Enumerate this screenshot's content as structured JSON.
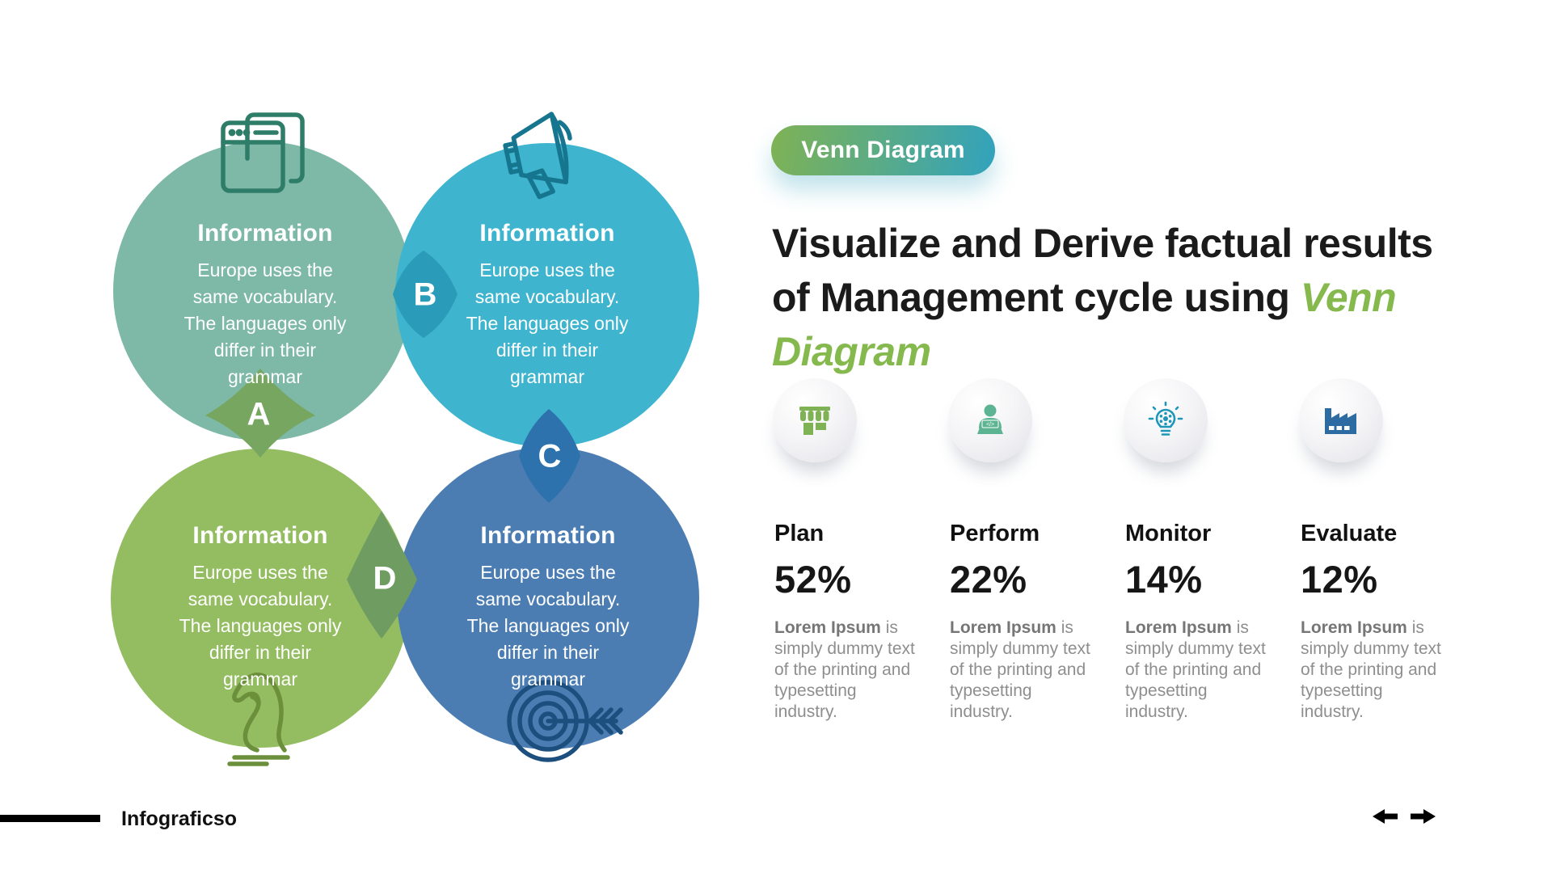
{
  "venn": {
    "circles": [
      {
        "id": "top-left",
        "title": "Information",
        "body": "Europe uses the same vocabulary. The languages only differ in their grammar",
        "color": "#7db9a6",
        "icon": "browser-window-icon"
      },
      {
        "id": "top-right",
        "title": "Information",
        "body": "Europe uses the same vocabulary. The languages only differ in their grammar",
        "color": "#3eb4cf",
        "icon": "megaphone-icon"
      },
      {
        "id": "bottom-left",
        "title": "Information",
        "body": "Europe uses the same vocabulary. The languages only differ in their grammar",
        "color": "#94bd61",
        "icon": "chess-knight-icon"
      },
      {
        "id": "bottom-right",
        "title": "Information",
        "body": "Europe uses the same vocabulary. The languages only differ in their grammar",
        "color": "#4b7db3",
        "icon": "target-arrow-icon"
      }
    ],
    "overlaps": [
      {
        "letter": "A",
        "color": "#76a65f"
      },
      {
        "letter": "B",
        "color": "#2a9cb9"
      },
      {
        "letter": "C",
        "color": "#2d72ad"
      },
      {
        "letter": "D",
        "color": "#6f9c60"
      }
    ]
  },
  "tag": {
    "label": "Venn Diagram",
    "gradient_left": "#7fb254",
    "gradient_right": "#31a2bd"
  },
  "heading": {
    "line1": "Visualize and Derive factual results",
    "line2_prefix": "of Management cycle using ",
    "line2_accent": "Venn",
    "line3_accent": "Diagram",
    "accent_color": "#85b94e"
  },
  "stats": [
    {
      "label": "Plan",
      "value": "52%",
      "icon": "storefront-icon",
      "icon_color": "#7fb254",
      "desc_bold": "Lorem Ipsum",
      "desc_rest": " is simply dummy text of the printing and typesetting industry."
    },
    {
      "label": "Perform",
      "value": "22%",
      "icon": "person-laptop-icon",
      "icon_color": "#5cb492",
      "desc_bold": "Lorem Ipsum",
      "desc_rest": " is simply dummy text of the printing and typesetting industry."
    },
    {
      "label": "Monitor",
      "value": "14%",
      "icon": "idea-gear-bulb-icon",
      "icon_color": "#1e96b8",
      "desc_bold": "Lorem Ipsum",
      "desc_rest": " is simply dummy text of the printing and typesetting industry."
    },
    {
      "label": "Evaluate",
      "value": "12%",
      "icon": "factory-icon",
      "icon_color": "#2d6ca3",
      "desc_bold": "Lorem Ipsum",
      "desc_rest": " is simply dummy text of the printing and typesetting industry."
    }
  ],
  "footer": {
    "brand": "Infograficso"
  }
}
